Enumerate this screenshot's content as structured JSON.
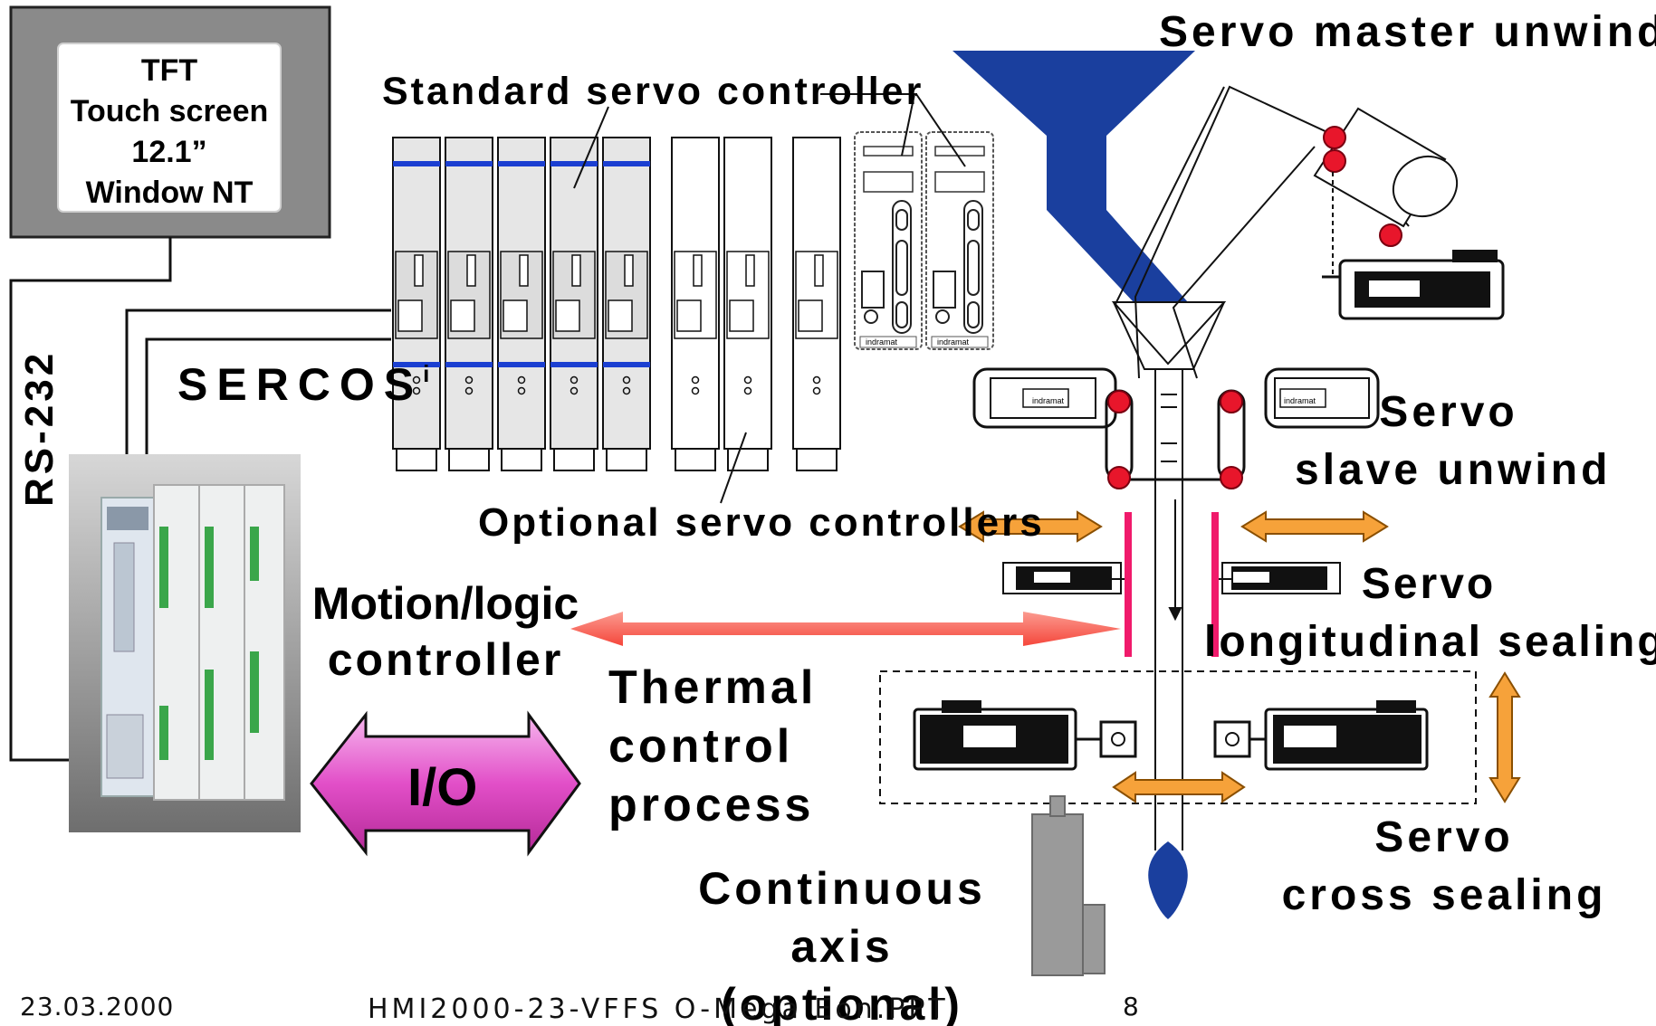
{
  "hmi": {
    "line1": "TFT",
    "line2": "Touch screen",
    "line3": "12.1”",
    "line4": "Window NT"
  },
  "labels": {
    "rs232": "RS-232",
    "sercos": "SERCOS",
    "sercos_suffix": "i",
    "standard_servo": "Standard servo controller",
    "optional_servo": "Optional servo controllers",
    "motion_logic_1": "Motion/logic",
    "motion_logic_2": "controller",
    "io": "I/O",
    "thermal_1": "Thermal",
    "thermal_2": "control",
    "thermal_3": "process",
    "continuous_1": "Continuous",
    "continuous_2": "axis",
    "continuous_3": "(optional)",
    "servo_master": "Servo master unwind",
    "servo_slave_1": "Servo",
    "servo_slave_2": "slave unwind",
    "servo_long_1": "Servo",
    "servo_long_2": "longitudinal sealing",
    "servo_cross_1": "Servo",
    "servo_cross_2": "cross sealing",
    "drive_brand": "indramat"
  },
  "footer": {
    "date": "23.03.2000",
    "file": "HMI2000-23-VFFS O-Mega Eon.PPT",
    "page": "8"
  },
  "colors": {
    "hopper_blue": "#1a3f9e",
    "roller_red": "#e8162b",
    "motion_arrow": "#f86a5f",
    "io_arrow": "#e24fc8",
    "orange_arrow": "#f6a23a",
    "sealer_pink": "#f01a6b",
    "hmi_frame": "#8a8a8a"
  }
}
